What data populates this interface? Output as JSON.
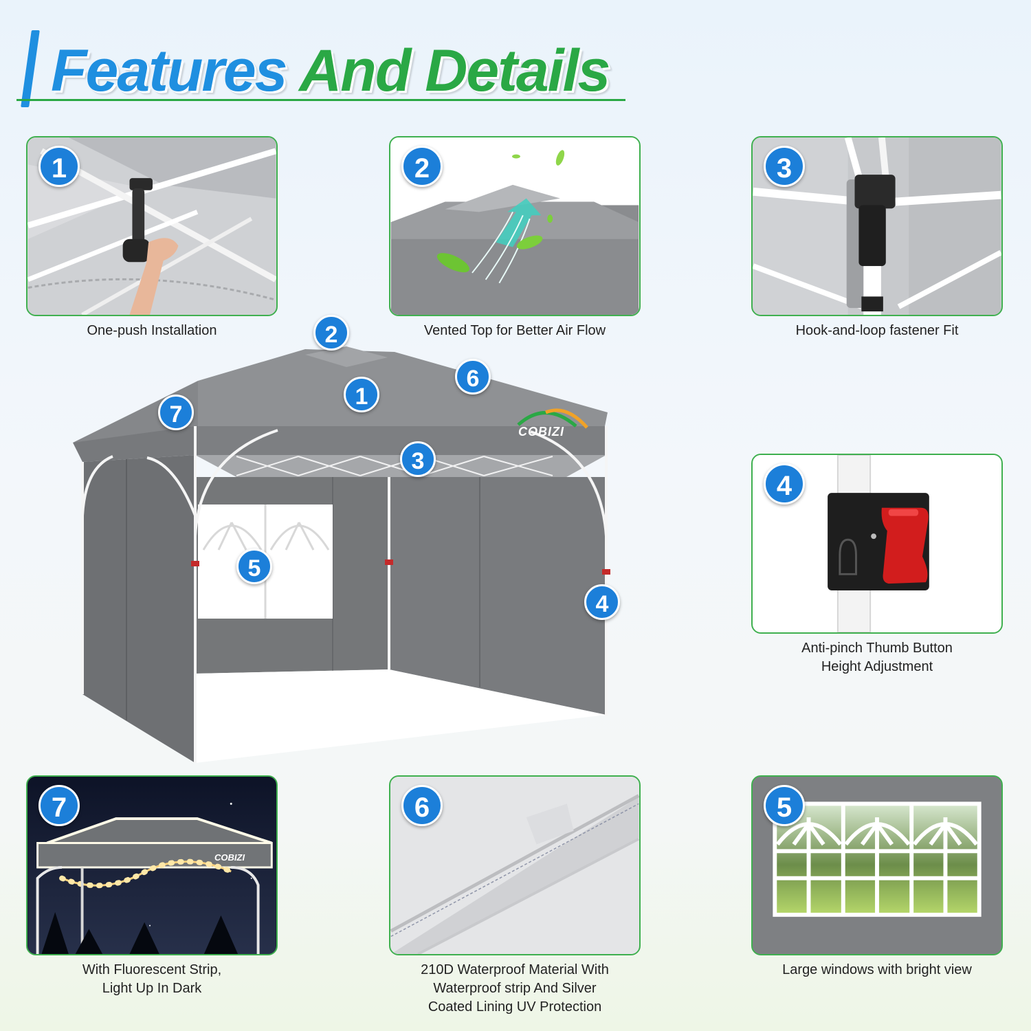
{
  "header": {
    "title_part1": "Features ",
    "title_part2": "And Details"
  },
  "brand": "COBIZI",
  "colors": {
    "accent_blue": "#1c7fd9",
    "accent_green": "#2aa845",
    "canopy_gray": "#8e9093"
  },
  "panels": [
    {
      "badge": "1",
      "caption": "One-push Installation"
    },
    {
      "badge": "2",
      "caption": "Vented Top for Better Air Flow"
    },
    {
      "badge": "3",
      "caption": "Hook-and-loop fastener Fit"
    },
    {
      "badge": "4",
      "caption_line1": "Anti-pinch Thumb Button",
      "caption_line2": "Height Adjustment"
    },
    {
      "badge": "7",
      "caption_line1": "With Fluorescent Strip,",
      "caption_line2": "Light Up In Dark"
    },
    {
      "badge": "6",
      "caption_line1": "210D Waterproof Material  With",
      "caption_line2": "Waterproof strip And Silver",
      "caption_line3": "Coated Lining UV Protection"
    },
    {
      "badge": "5",
      "caption": "Large windows with bright view"
    }
  ],
  "tent_markers": [
    "2",
    "6",
    "7",
    "1",
    "3",
    "5",
    "4"
  ]
}
